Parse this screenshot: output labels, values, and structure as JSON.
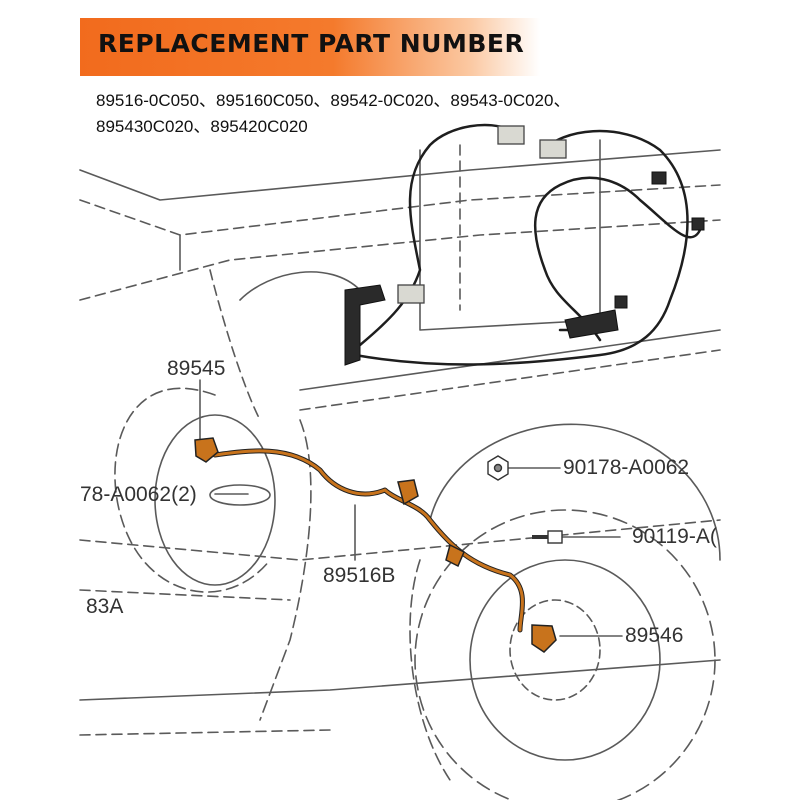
{
  "header": {
    "title": "REPLACEMENT PART NUMBER"
  },
  "part_numbers": {
    "line1": "89516-0C050、895160C050、89542-0C020、89543-0C020、",
    "line2": "895430C020、895420C020"
  },
  "callouts": {
    "sensor_front": "89545",
    "bolt_left": "78-A0062(2)",
    "nut_right": "90178-A0062",
    "bolt_right": "90119-A(",
    "harness": "89516B",
    "sensor_rear": "89546",
    "body_code": "83A"
  },
  "colors": {
    "banner": "#f26b1d",
    "harness": "#c8731c",
    "line_art": "#555555"
  }
}
